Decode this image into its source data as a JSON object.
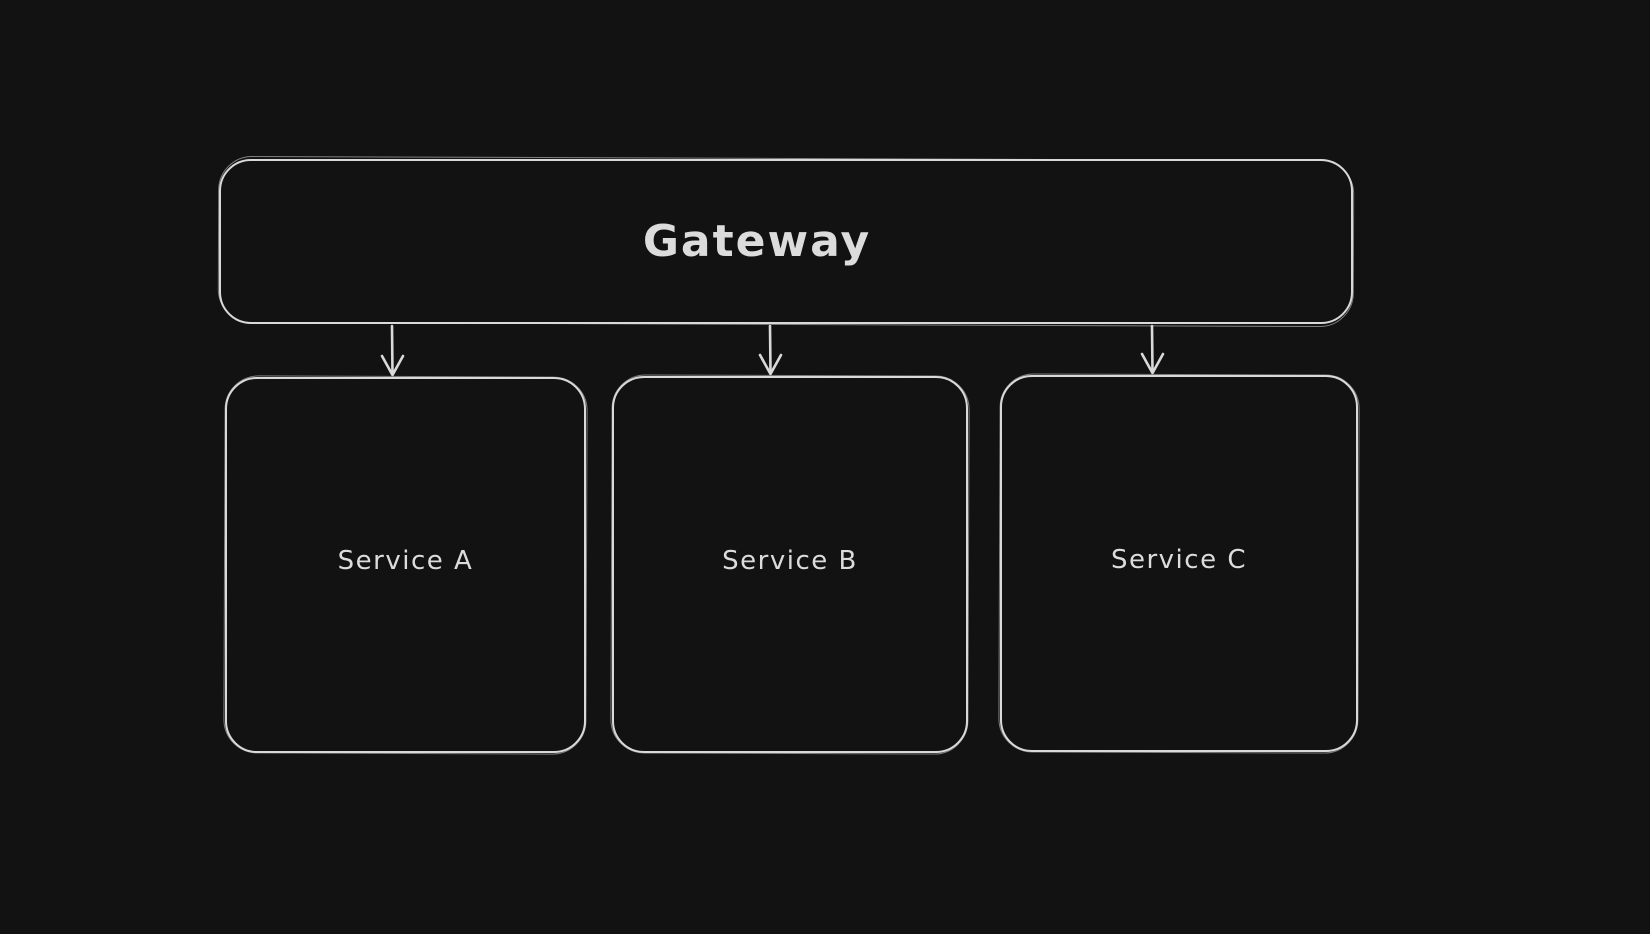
{
  "canvas": {
    "theme": "dark",
    "background_color": "#121212",
    "stroke_color": "#d9d9d9",
    "text_color": "#dcdcdc"
  },
  "diagram": {
    "type": "architecture-flowchart",
    "nodes": [
      {
        "id": "gateway",
        "label": "Gateway",
        "shape": "rounded-rectangle"
      },
      {
        "id": "service-a",
        "label": "Service A",
        "shape": "rounded-rectangle"
      },
      {
        "id": "service-b",
        "label": "Service B",
        "shape": "rounded-rectangle"
      },
      {
        "id": "service-c",
        "label": "Service C",
        "shape": "rounded-rectangle"
      }
    ],
    "edges": [
      {
        "from": "Gateway",
        "to": "Service A",
        "type": "arrow-down"
      },
      {
        "from": "Gateway",
        "to": "Service B",
        "type": "arrow-down"
      },
      {
        "from": "Gateway",
        "to": "Service C",
        "type": "arrow-down"
      }
    ]
  }
}
